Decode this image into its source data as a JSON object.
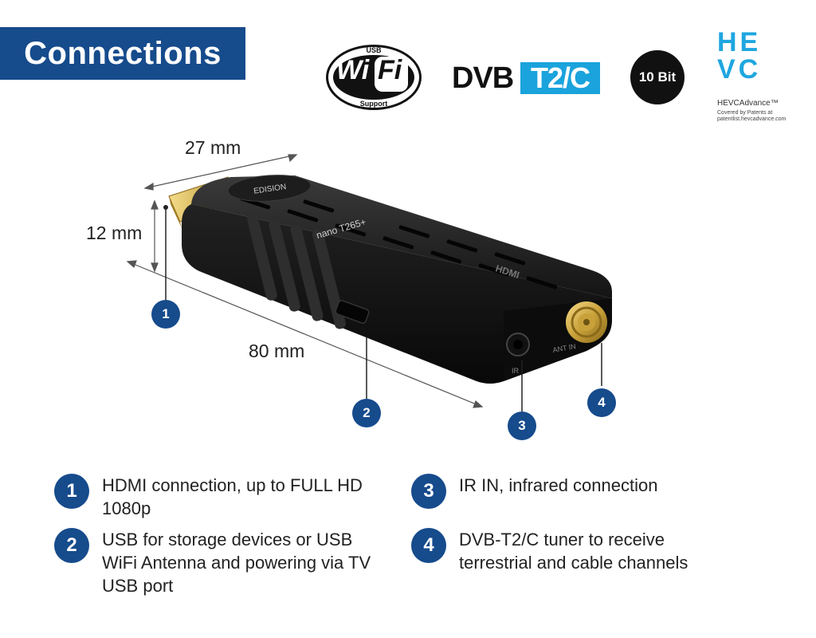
{
  "header": {
    "title": "Connections"
  },
  "logos": {
    "wifi": {
      "top_label": "USB",
      "wi": "Wi",
      "fi": "Fi",
      "bottom_label": "Support"
    },
    "dvb": {
      "dvb": "DVB",
      "t2c": "T2/C"
    },
    "bit_badge": "10 Bit",
    "hevc": {
      "letters": "HEVC",
      "advance": "HEVCAdvance™",
      "patent": "Covered by Patents at patentlist.hevcadvance.com"
    }
  },
  "dimensions": {
    "width": "27 mm",
    "height": "12 mm",
    "length": "80 mm"
  },
  "product": {
    "brand": "EDISION",
    "model": "nano T265+",
    "port_label": "HDMI",
    "ir_label": "IR",
    "ant_label": "ANT IN"
  },
  "callouts": [
    "1",
    "2",
    "3",
    "4"
  ],
  "legend": [
    {
      "num": "1",
      "text": "HDMI connection, up to FULL HD 1080p"
    },
    {
      "num": "2",
      "text": "USB for storage devices or USB WiFi Antenna and powering via TV USB port"
    },
    {
      "num": "3",
      "text": "IR IN, infrared connection"
    },
    {
      "num": "4",
      "text": "DVB-T2/C tuner to receive terrestrial and cable channels"
    }
  ],
  "colors": {
    "accent": "#164b8c",
    "dvb_blue": "#1aa3dc",
    "hevc_blue": "#1fa6e0"
  }
}
